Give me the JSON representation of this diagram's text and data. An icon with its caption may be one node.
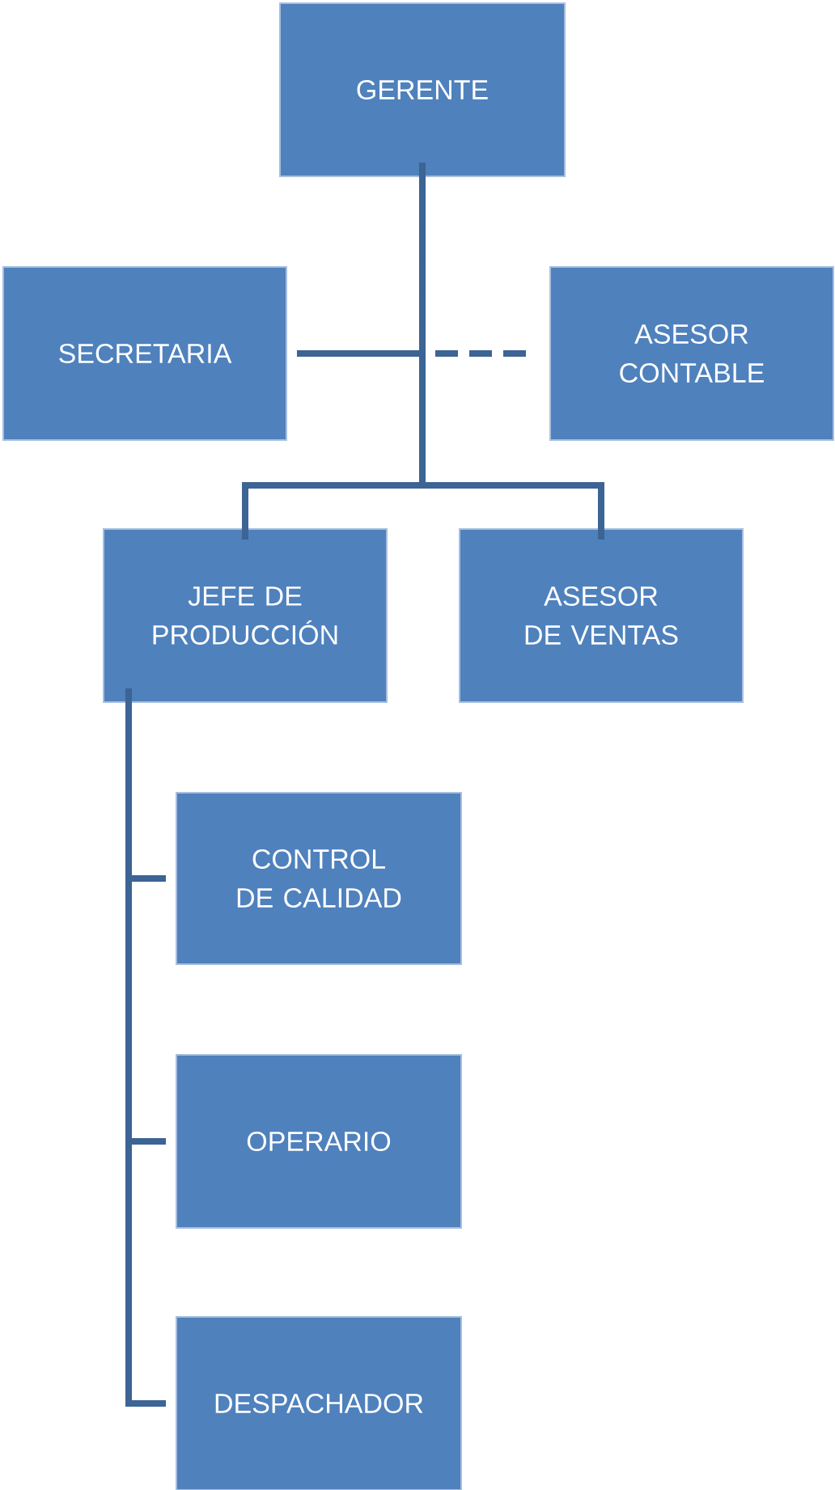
{
  "diagram": {
    "nodes": [
      {
        "text": [
          "GERENTE"
        ]
      },
      {
        "text": [
          "SECRETARIA"
        ]
      },
      {
        "text": [
          "ASESOR CONTABLE"
        ]
      },
      {
        "text": [
          "JEFE DE PRODUCCIÓN"
        ]
      },
      {
        "text": [
          "ASESOR DE VENTAS"
        ]
      },
      {
        "text": [
          "CONTROL DE CALIDAD"
        ]
      },
      {
        "text": [
          "OPERARIO"
        ]
      },
      {
        "text": [
          "DESPACHADOR"
        ]
      }
    ],
    "edges": [
      {
        "from": 0,
        "to": 1,
        "arrow": "none"
      },
      {
        "from": 0,
        "to": 2,
        "arrow": "none",
        "style": "dashed"
      },
      {
        "from": 0,
        "to": 3,
        "arrow": "none"
      },
      {
        "from": 0,
        "to": 4,
        "arrow": "none"
      },
      {
        "from": 3,
        "to": 5,
        "arrow": "none"
      },
      {
        "from": 3,
        "to": 6,
        "arrow": "none"
      },
      {
        "from": 3,
        "to": 7,
        "arrow": "none"
      }
    ]
  }
}
